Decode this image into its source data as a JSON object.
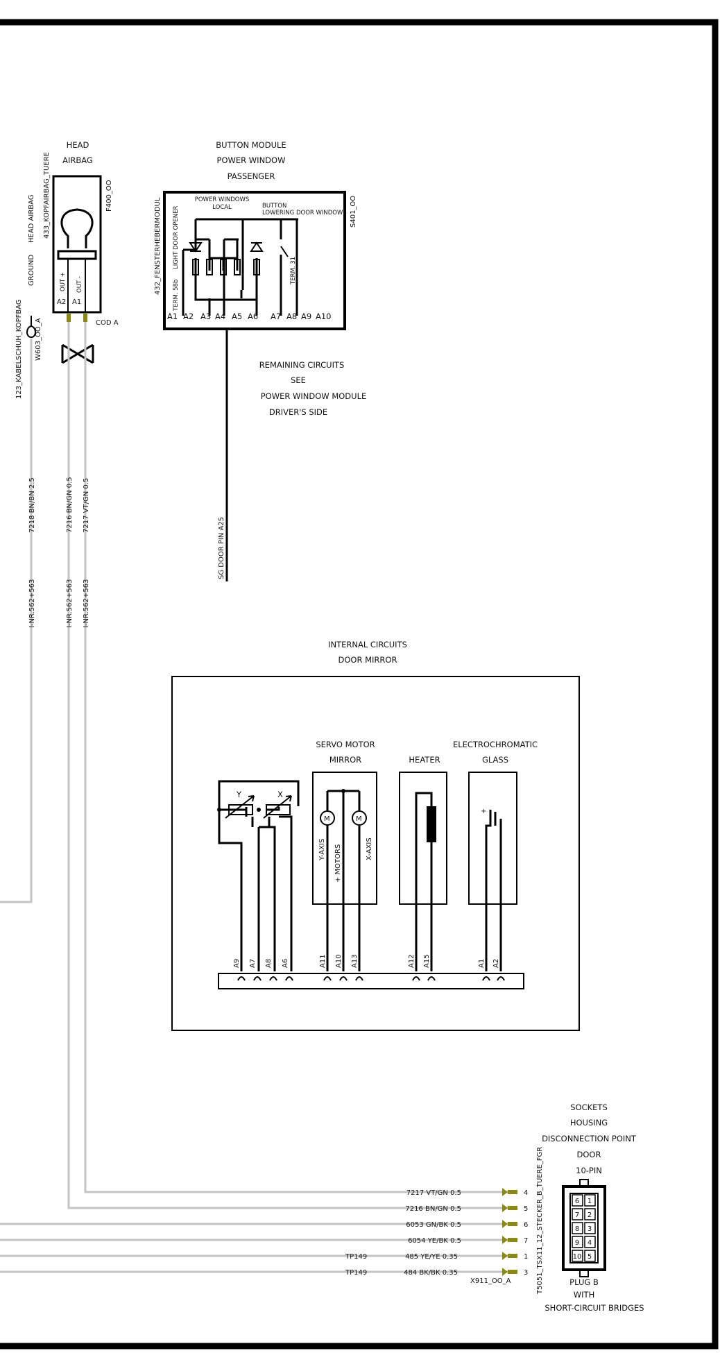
{
  "labels": {
    "head_airbag_1": "HEAD",
    "head_airbag_2": "AIRBAG",
    "airbag_conn": "433_KOPFAIRBAG_TUERE",
    "airbag_id": "F400_OO",
    "ground": "GROUND",
    "head_airbag_v": "HEAD AIRBAG",
    "out_plus": "OUT +",
    "out_minus": "OUT -",
    "pin_a2": "A2",
    "pin_a1": "A1",
    "cod_a": "COD A",
    "eyelet": "123_KABELSCHUH_KOPFBAG",
    "eyelet_id": "W603_OO_A",
    "btn_1": "BUTTON MODULE",
    "btn_2": "POWER WINDOW",
    "btn_3": "PASSENGER",
    "btn_conn": "432_FENSTERHEBERMODUL",
    "btn_id": "S401_OO",
    "pw_local_1": "POWER WINDOWS",
    "pw_local_2": "LOCAL",
    "btn_lower_1": "BUTTON",
    "btn_lower_2": "LOWERING DOOR WINDOWS",
    "term58b": "TERM. 58b",
    "light": "LIGHT",
    "door_opener": "DOOR  OPENER",
    "term31": "TERM. 31",
    "pin_b1": "A1",
    "pin_b2": "A2",
    "pin_b3": "A3",
    "pin_b4": "A4",
    "pin_b5": "A5",
    "pin_b6": "A6",
    "pin_b7": "A7",
    "pin_b8": "A8",
    "pin_b9": "A9",
    "pin_b10": "A10",
    "rem_1": "REMAINING CIRCUITS",
    "rem_2": "SEE",
    "rem_3": "POWER WINDOW   MODULE",
    "rem_4": "DRIVER'S SIDE",
    "sg_door": "SG   DOOR   PIN A25",
    "w7218": "7218 BN/BN 2.5",
    "w7216": "7216 BN/GN 0.5",
    "w7217": "7217 VT/GN 0.5",
    "inr1": "I-NR.562+563",
    "inr2": "I-NR.562+563",
    "inr3": "I-NR.562+563",
    "mir_1": "INTERNAL CIRCUITS",
    "mir_2": "DOOR MIRROR",
    "servo_1": "SERVO MOTOR",
    "servo_2": "MIRROR",
    "heater": "HEATER",
    "electro_1": "ELECTROCHROMATIC",
    "electro_2": "GLASS",
    "pot_y": "Y",
    "pot_x": "X",
    "motor_m": "M",
    "y_axis": "Y-AXIS",
    "motors_plus": "+ MOTORS",
    "x_axis": "X-AXIS",
    "plus_sign": "+",
    "m_a9": "A9",
    "m_a7": "A7",
    "m_a8": "A8",
    "m_a6": "A6",
    "m_a11": "A11",
    "m_a10": "A10",
    "m_a13": "A13",
    "m_a12": "A12",
    "m_a15": "A15",
    "m_a1": "A1",
    "m_a2": "A2",
    "sock_1": "SOCKETS",
    "sock_2": "HOUSING",
    "sock_3": "DISCONNECTION POINT",
    "sock_4": "DOOR",
    "sock_5": "10-PIN",
    "sock_conn": "T5051_TSX11_12_STECKER_B_TUERE_FGR",
    "sock_id": "X911_OO_A",
    "plug_1": "PLUG B",
    "plug_2": "WITH",
    "plug_3": "SHORT-CIRCUIT BRIDGES",
    "r1": "7217 VT/GN 0.5",
    "r2": "7216 BN/GN 0.5",
    "r3": "6053 GN/BK 0.5",
    "r4": "6054 YE/BK 0.5",
    "r5": "485 YE/YE 0.35",
    "r6": "484 BK/BK 0.35",
    "tp1": "TP149",
    "tp2": "TP149",
    "p1": "4",
    "p2": "5",
    "p3": "6",
    "p4": "7",
    "p5": "1",
    "p6": "3",
    "g6": "6",
    "g1": "1",
    "g7": "7",
    "g2": "2",
    "g8": "8",
    "g3": "3",
    "g9": "9",
    "g4": "4",
    "g10": "10",
    "g5": "5"
  },
  "colors": {
    "wire_gray": "#c4c4c4",
    "pin_olive": "#8a8a10",
    "line_black": "#000000"
  }
}
